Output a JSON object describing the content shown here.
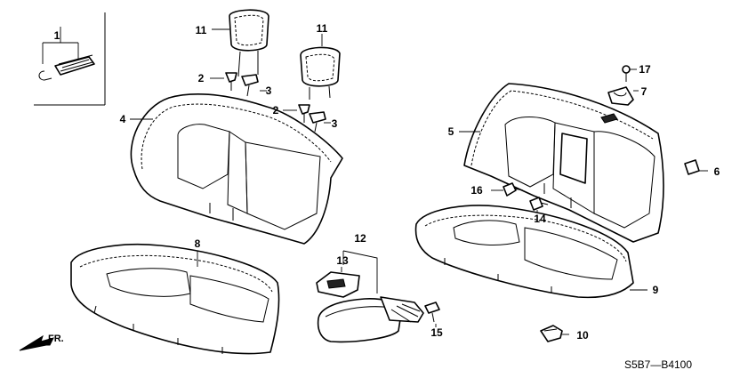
{
  "callouts": [
    {
      "id": "c1",
      "text": "1"
    },
    {
      "id": "c2a",
      "text": "2"
    },
    {
      "id": "c3a",
      "text": "3"
    },
    {
      "id": "c2b",
      "text": "2"
    },
    {
      "id": "c3b",
      "text": "3"
    },
    {
      "id": "c4",
      "text": "4"
    },
    {
      "id": "c5",
      "text": "5"
    },
    {
      "id": "c6",
      "text": "6"
    },
    {
      "id": "c7",
      "text": "7"
    },
    {
      "id": "c8",
      "text": "8"
    },
    {
      "id": "c9",
      "text": "9"
    },
    {
      "id": "c10",
      "text": "10"
    },
    {
      "id": "c11a",
      "text": "11"
    },
    {
      "id": "c11b",
      "text": "11"
    },
    {
      "id": "c12",
      "text": "12"
    },
    {
      "id": "c13",
      "text": "13"
    },
    {
      "id": "c14",
      "text": "14"
    },
    {
      "id": "c15",
      "text": "15"
    },
    {
      "id": "c16",
      "text": "16"
    },
    {
      "id": "c17",
      "text": "17"
    }
  ],
  "direction_label": "FR.",
  "diagram_code": "S5B7—B4100"
}
